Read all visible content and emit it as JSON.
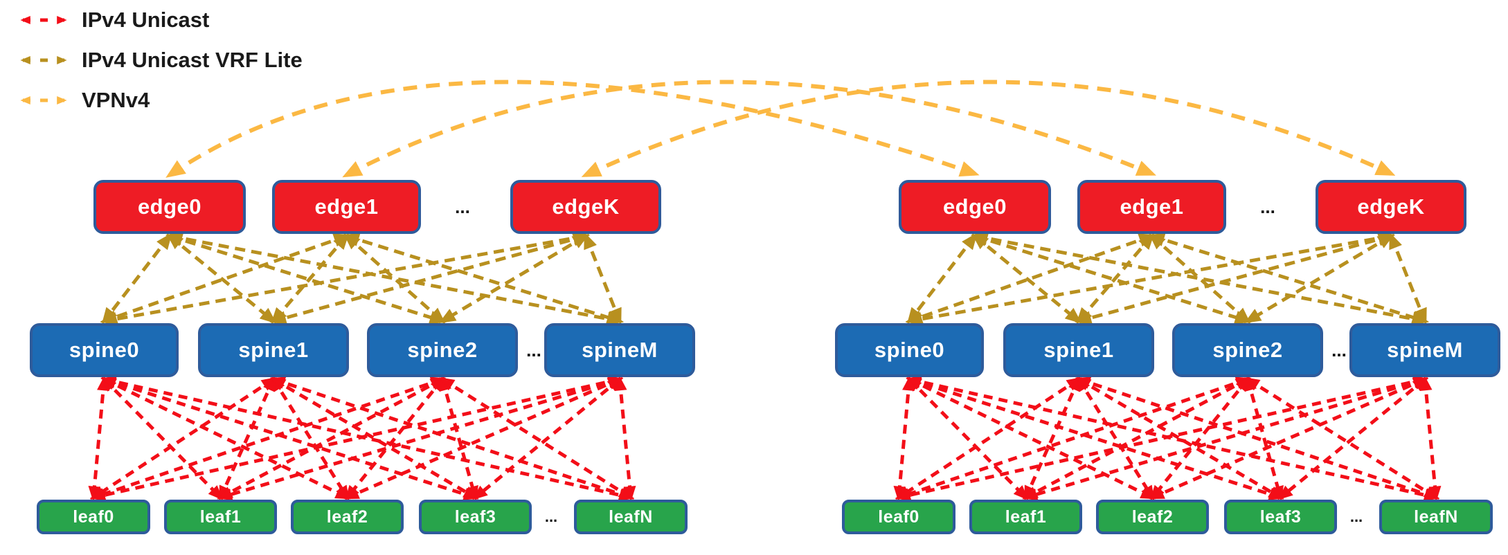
{
  "legend": {
    "items": [
      {
        "id": "ipv4-unicast",
        "label": "IPv4 Unicast",
        "color": "#F30E18",
        "icon": "double-dashed-arrow"
      },
      {
        "id": "ipv4-unicast-vrf-lite",
        "label": "IPv4 Unicast VRF Lite",
        "color": "#B8901F",
        "icon": "double-dashed-arrow"
      },
      {
        "id": "vpnv4",
        "label": "VPNv4",
        "color": "#FBB843",
        "icon": "double-dashed-arrow"
      }
    ]
  },
  "colors": {
    "ipv4_unicast": "#F30E18",
    "vrf_lite": "#B8901F",
    "vpnv4": "#FBB843",
    "edge_fill": "#EE1C25",
    "spine_fill": "#1C6BB4",
    "leaf_fill": "#28A44B",
    "node_border": "#2E5B9B",
    "node_label_text": "#FFFFFF",
    "legend_text": "#1A1A1A",
    "ellipsis_text": "#111111"
  },
  "pods": [
    {
      "name": "pod-left",
      "edges": [
        "edge0",
        "edge1",
        "edgeK"
      ],
      "edges_ellipsis": "...",
      "spines": [
        "spine0",
        "spine1",
        "spine2",
        "spineM"
      ],
      "spines_ellipsis": "...",
      "leaves": [
        "leaf0",
        "leaf1",
        "leaf2",
        "leaf3",
        "leafN"
      ],
      "leaves_ellipsis": "..."
    },
    {
      "name": "pod-right",
      "edges": [
        "edge0",
        "edge1",
        "edgeK"
      ],
      "edges_ellipsis": "...",
      "spines": [
        "spine0",
        "spine1",
        "spine2",
        "spineM"
      ],
      "spines_ellipsis": "...",
      "leaves": [
        "leaf0",
        "leaf1",
        "leaf2",
        "leaf3",
        "leafN"
      ],
      "leaves_ellipsis": "..."
    }
  ],
  "links": {
    "ipv4_unicast": {
      "legend": "IPv4 Unicast",
      "within_each_pod": true,
      "from_layer": "spines",
      "to_layer": "leaves",
      "pattern": "full-mesh",
      "bidirectional": true
    },
    "vrf_lite": {
      "legend": "IPv4 Unicast VRF Lite",
      "within_each_pod": true,
      "from_layer": "edges",
      "to_layer": "spines",
      "pattern": "full-mesh",
      "bidirectional": true
    },
    "vpnv4": {
      "legend": "VPNv4",
      "bidirectional": true,
      "pairs": [
        {
          "from": "pod-left/edge0",
          "to": "pod-right/edge0"
        },
        {
          "from": "pod-left/edge1",
          "to": "pod-right/edge1"
        },
        {
          "from": "pod-left/edgeK",
          "to": "pod-right/edgeK"
        }
      ]
    }
  }
}
